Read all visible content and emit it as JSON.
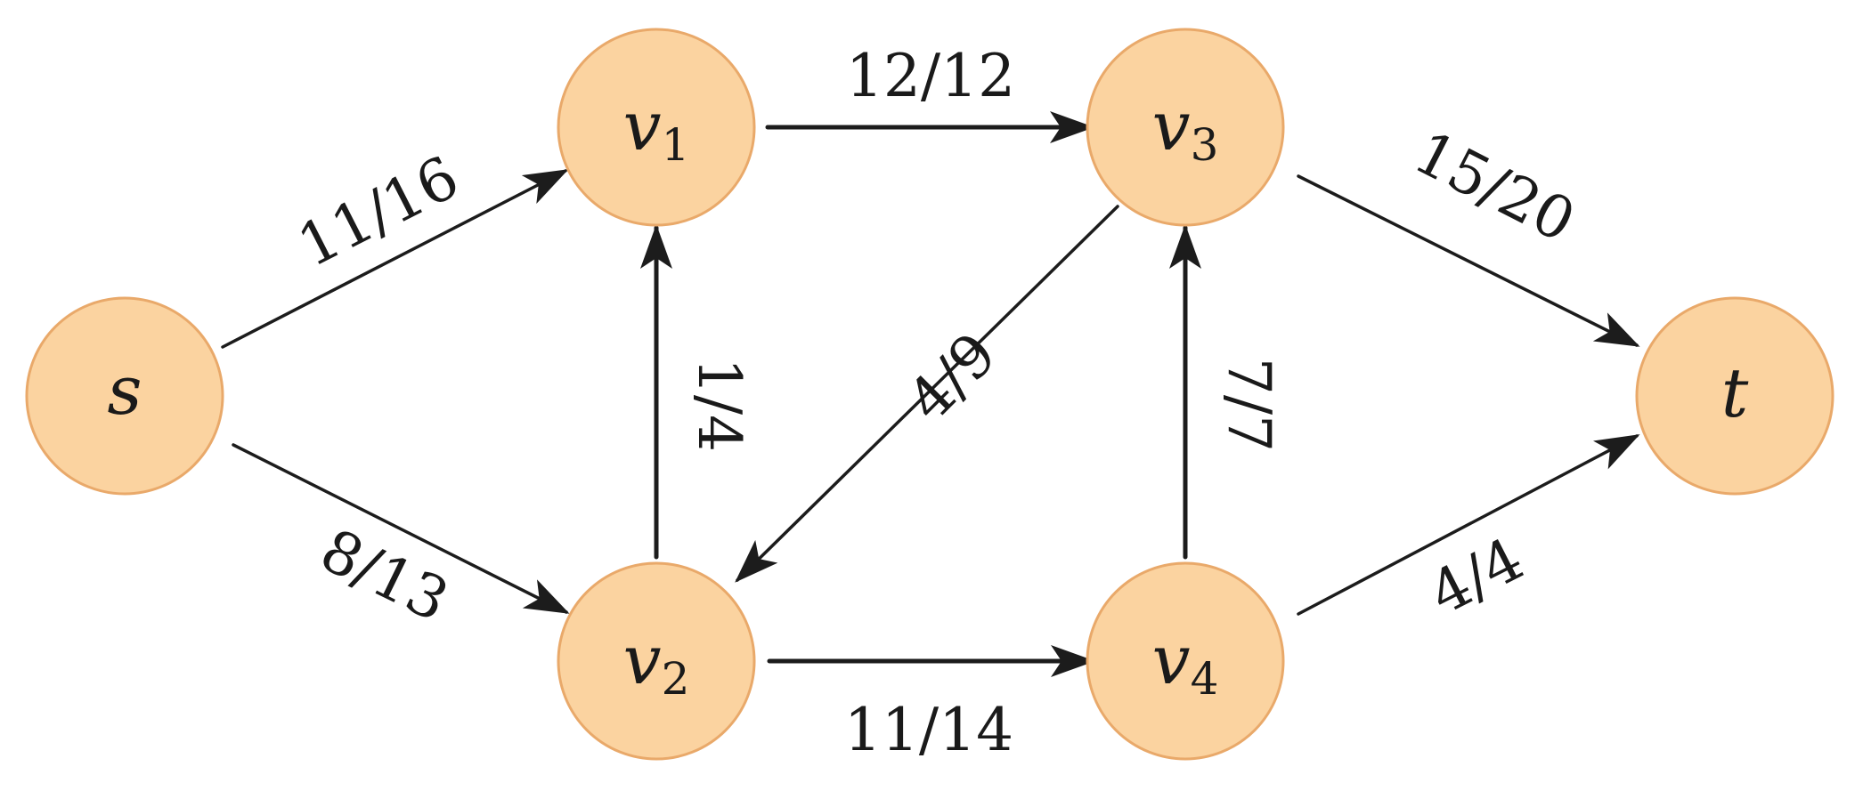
{
  "nodes": {
    "s": {
      "label": "s",
      "sub": ""
    },
    "v1": {
      "label": "v",
      "sub": "1"
    },
    "v2": {
      "label": "v",
      "sub": "2"
    },
    "v3": {
      "label": "v",
      "sub": "3"
    },
    "v4": {
      "label": "v",
      "sub": "4"
    },
    "t": {
      "label": "t",
      "sub": ""
    }
  },
  "edges": [
    {
      "from": "s",
      "to": "v1",
      "flow": "11/16"
    },
    {
      "from": "s",
      "to": "v2",
      "flow": "8/13"
    },
    {
      "from": "v1",
      "to": "v3",
      "flow": "12/12"
    },
    {
      "from": "v2",
      "to": "v1",
      "flow": "1/4"
    },
    {
      "from": "v3",
      "to": "v2",
      "flow": "4/9"
    },
    {
      "from": "v2",
      "to": "v4",
      "flow": "11/14"
    },
    {
      "from": "v4",
      "to": "v3",
      "flow": "7/7"
    },
    {
      "from": "v3",
      "to": "t",
      "flow": "15/20"
    },
    {
      "from": "v4",
      "to": "t",
      "flow": "4/4"
    }
  ],
  "colors": {
    "node_fill": "#fbd3a0",
    "node_stroke": "#e9a96a",
    "edge": "#1c1c1c"
  }
}
